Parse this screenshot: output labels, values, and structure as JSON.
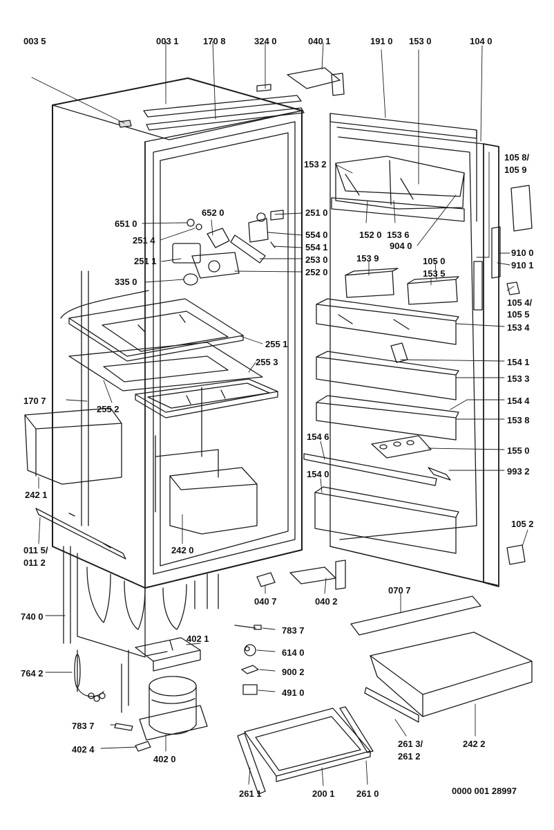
{
  "part_labels": {
    "p0035": "003 5",
    "p0031": "003 1",
    "p1708": "170 8",
    "p3240": "324 0",
    "p0401": "040 1",
    "p1910": "191 0",
    "p1530": "153 0",
    "p1040": "104 0",
    "p1058": "105 8/",
    "p1059": "105 9",
    "p1532": "153 2",
    "p6520": "652 0",
    "p2510": "251 0",
    "p6510": "651 0",
    "p5540": "554 0",
    "p2514": "251 4",
    "p5541": "554 1",
    "p1520": "152 0",
    "p1536": "153 6",
    "p9040": "904 0",
    "p9100": "910 0",
    "p2511": "251 1",
    "p2530": "253 0",
    "p1539": "153 9",
    "p1050": "105 0",
    "p9101": "910 1",
    "p3350": "335 0",
    "p2520": "252 0",
    "p1535": "153 5",
    "p1054": "105 4/",
    "p1055": "105 5",
    "p1534": "153 4",
    "p2551": "255 1",
    "p1541": "154 1",
    "p2553": "255 3",
    "p1533": "153 3",
    "p1707": "170 7",
    "p2552": "255 2",
    "p1544": "154 4",
    "p1538": "153 8",
    "p1546": "154 6",
    "p1550": "155 0",
    "p9932": "993 2",
    "p2421": "242 1",
    "p1540": "154 0",
    "p1052": "105 2",
    "p2420": "242 0",
    "p0115": "011 5/",
    "p0112": "011 2",
    "p0407": "040 7",
    "p0402": "040 2",
    "p0707": "070 7",
    "p7400": "740 0",
    "p7837a": "783 7",
    "p4021": "402 1",
    "p6140": "614 0",
    "p7642": "764 2",
    "p9002": "900 2",
    "p4910": "491 0",
    "p7837b": "783 7",
    "p2613": "261 3/",
    "p2612": "261 2",
    "p2422": "242 2",
    "p4024": "402 4",
    "p4020": "402 0",
    "p2611": "261 1",
    "p2001": "200 1",
    "p2610": "261 0",
    "docnum": "0000 001 28997"
  }
}
